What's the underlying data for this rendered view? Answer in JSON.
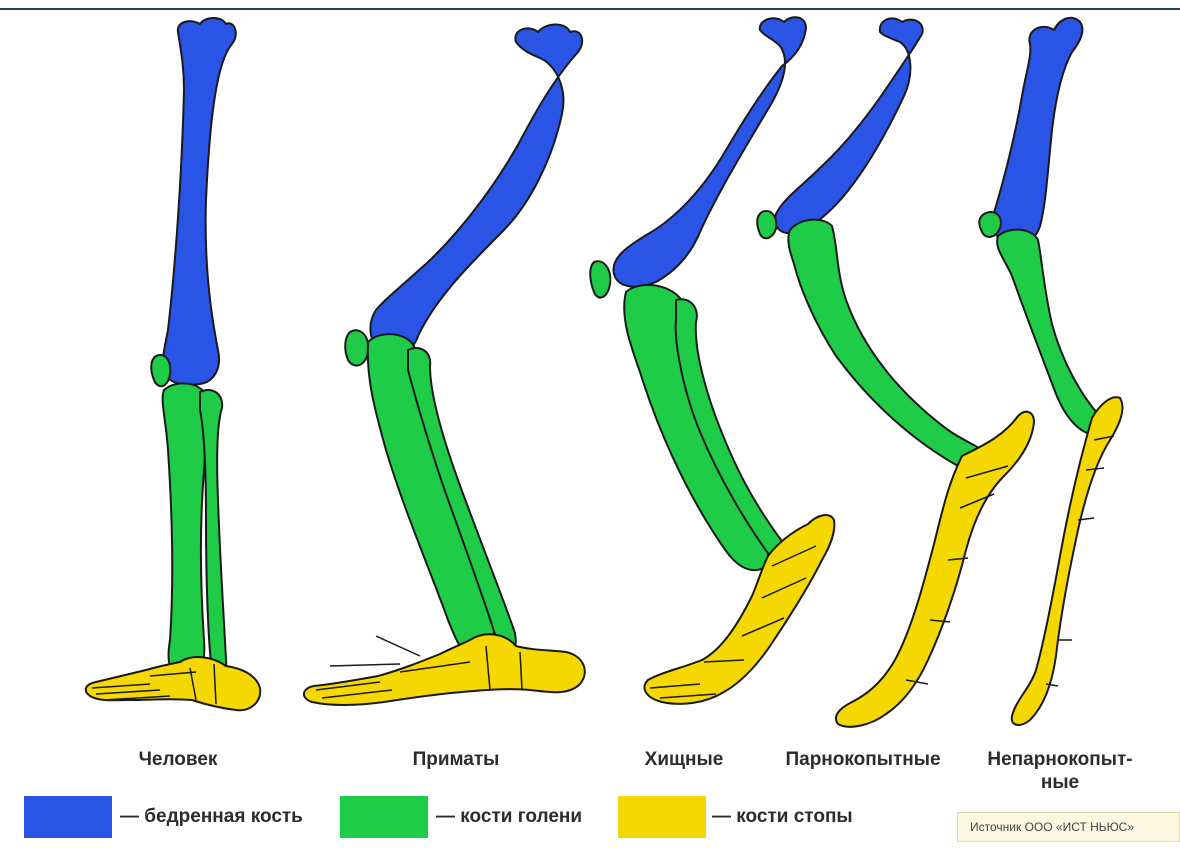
{
  "colors": {
    "femur": "#2a54e6",
    "shin": "#1fcc48",
    "foot": "#f5d800",
    "outline": "#1a1a1a"
  },
  "figures": [
    {
      "id": "human",
      "label": "Человек"
    },
    {
      "id": "primates",
      "label": "Приматы"
    },
    {
      "id": "carnivores",
      "label": "Хищные"
    },
    {
      "id": "artiodactyls",
      "label": "Парнокопытные"
    },
    {
      "id": "perissodactyls",
      "label_line1": "Непарнокопыт-",
      "label_line2": "ные"
    }
  ],
  "legend": [
    {
      "color": "#2a54e6",
      "label": "— бедренная кость"
    },
    {
      "color": "#1fcc48",
      "label": "— кости голени"
    },
    {
      "color": "#f5d800",
      "label": "— кости стопы"
    }
  ],
  "source": "Источник ООО «ИСТ НЬЮС»"
}
